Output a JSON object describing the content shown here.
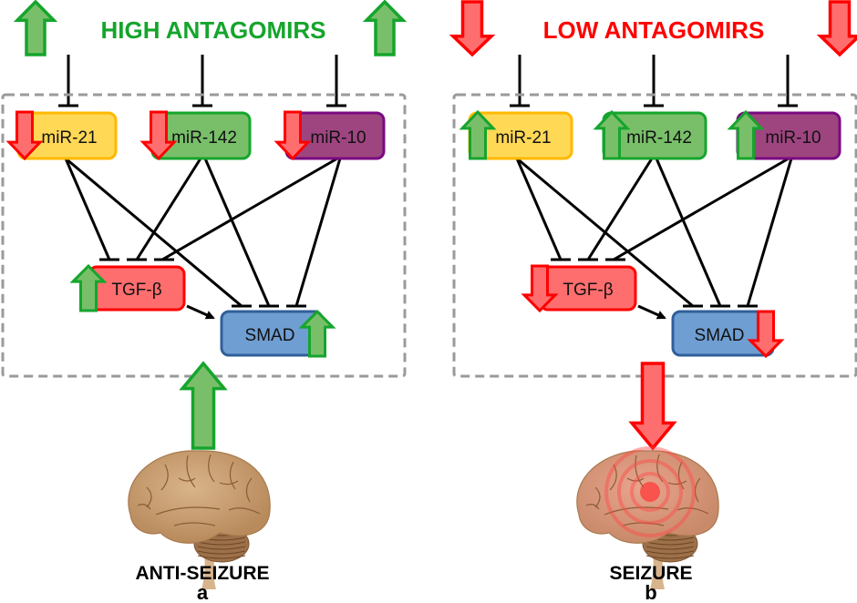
{
  "colors": {
    "up_fill": "#79bf6a",
    "up_stroke": "#15a52c",
    "down_fill": "#ff6e6e",
    "down_stroke": "#ff0000",
    "title_high": "#15a52c",
    "title_low": "#ff0000",
    "mir21_fill": "#ffd856",
    "mir21_stroke": "#ffb800",
    "mir142_fill": "#79bf6a",
    "mir142_stroke": "#15a52c",
    "mir10_fill": "#9e4580",
    "mir10_stroke": "#7a0a80",
    "tgf_fill": "#ff6e6e",
    "tgf_stroke": "#ff0000",
    "smad_fill": "#6f9ed2",
    "smad_stroke": "#2f5f9a",
    "dash_box": "#9a9a9a"
  },
  "panels": [
    {
      "id": "a",
      "title": "HIGH ANTAGOMIRS",
      "title_direction": "up",
      "nodes": {
        "mir21": {
          "label": "miR-21",
          "direction": "down"
        },
        "mir142": {
          "label": "miR-142",
          "direction": "down"
        },
        "mir10": {
          "label": "miR-10",
          "direction": "down"
        },
        "tgf": {
          "label": "TGF-β",
          "direction": "up"
        },
        "smad": {
          "label": "SMAD",
          "direction": "up"
        }
      },
      "output_direction": "up",
      "outcome": "ANTI-SEIZURE",
      "letter": "a",
      "brain_state": "normal"
    },
    {
      "id": "b",
      "title": "LOW ANTAGOMIRS",
      "title_direction": "down",
      "nodes": {
        "mir21": {
          "label": "miR-21",
          "direction": "up"
        },
        "mir142": {
          "label": "miR-142",
          "direction": "up"
        },
        "mir10": {
          "label": "miR-10",
          "direction": "up"
        },
        "tgf": {
          "label": "TGF-β",
          "direction": "down"
        },
        "smad": {
          "label": "SMAD",
          "direction": "down"
        }
      },
      "output_direction": "down",
      "outcome": "SEIZURE",
      "letter": "b",
      "brain_state": "seizure"
    }
  ],
  "edges": [
    {
      "from": "antagomir",
      "to": "mir21",
      "type": "inhibit"
    },
    {
      "from": "antagomir",
      "to": "mir142",
      "type": "inhibit"
    },
    {
      "from": "antagomir",
      "to": "mir10",
      "type": "inhibit"
    },
    {
      "from": "mir21",
      "to": "tgf",
      "type": "inhibit"
    },
    {
      "from": "mir142",
      "to": "tgf",
      "type": "inhibit"
    },
    {
      "from": "mir10",
      "to": "tgf",
      "type": "inhibit"
    },
    {
      "from": "mir21",
      "to": "smad",
      "type": "inhibit"
    },
    {
      "from": "mir142",
      "to": "smad",
      "type": "inhibit"
    },
    {
      "from": "mir10",
      "to": "smad",
      "type": "inhibit"
    },
    {
      "from": "tgf",
      "to": "smad",
      "type": "activate"
    }
  ]
}
